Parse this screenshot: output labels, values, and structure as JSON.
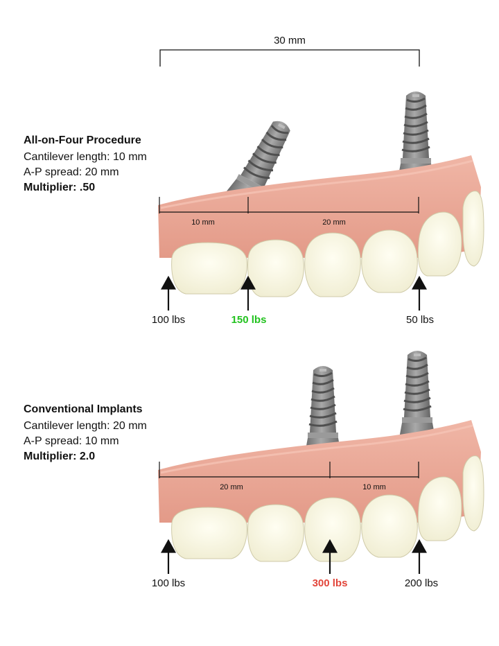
{
  "span_label": "30 mm",
  "panels": [
    {
      "title": "All-on-Four Procedure",
      "cantilever": "Cantilever length: 10 mm",
      "ap_spread": "A-P spread: 20 mm",
      "multiplier": "Multiplier: .50",
      "segments": [
        "10 mm",
        "20 mm"
      ],
      "forces": [
        "100 lbs",
        "150 lbs",
        "50 lbs"
      ],
      "highlight_color": "#22c21f"
    },
    {
      "title": "Conventional Implants",
      "cantilever": "Cantilever length: 20 mm",
      "ap_spread": "A-P spread: 10 mm",
      "multiplier": "Multiplier: 2.0",
      "segments": [
        "20 mm",
        "10 mm"
      ],
      "forces": [
        "100 lbs",
        "300 lbs",
        "200 lbs"
      ],
      "highlight_color": "#e2453a"
    }
  ],
  "colors": {
    "gum": "#eaa898",
    "gum_shadow": "#d98a7a",
    "tooth": "#f6f4e2",
    "tooth_edge": "#c9c6a6",
    "implant": "#8d8d8d",
    "implant_dark": "#5f5f5f"
  }
}
